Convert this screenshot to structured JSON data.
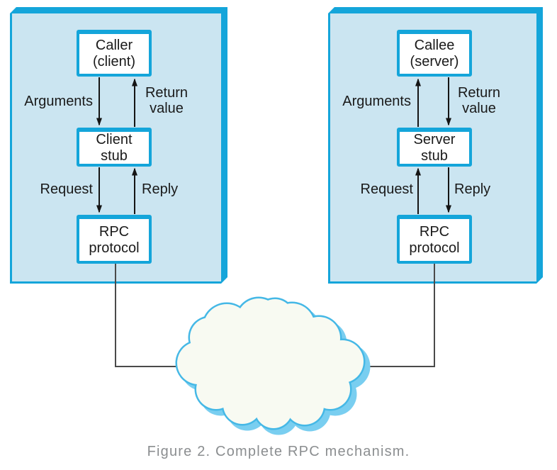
{
  "figure_caption": "Figure 2. Complete RPC mechanism.",
  "colors": {
    "accent_cyan": "#14a5da",
    "panel_fill": "#cbe5f1",
    "box_fill": "#ffffff",
    "cloud_fill": "#f8faf2",
    "cloud_outline": "#45b8e6",
    "cloud_shadow": "#79cef0",
    "connector_line": "#4a4a4a",
    "arrow_black": "#151515",
    "caption_gray": "#8b8e90",
    "text_black": "#1a1a1a"
  },
  "client_side": {
    "caller_box": {
      "line1": "Caller",
      "line2": "(client)"
    },
    "stub_box": {
      "line1": "Client",
      "line2": "stub"
    },
    "rpc_box": {
      "line1": "RPC",
      "line2": "protocol"
    },
    "arrows": {
      "arguments": {
        "label": "Arguments",
        "direction": "down"
      },
      "return_value": {
        "label_line1": "Return",
        "label_line2": "value",
        "direction": "up"
      },
      "request": {
        "label": "Request",
        "direction": "down"
      },
      "reply": {
        "label": "Reply",
        "direction": "up"
      }
    }
  },
  "server_side": {
    "callee_box": {
      "line1": "Callee",
      "line2": "(server)"
    },
    "stub_box": {
      "line1": "Server",
      "line2": "stub"
    },
    "rpc_box": {
      "line1": "RPC",
      "line2": "protocol"
    },
    "arrows": {
      "arguments": {
        "label": "Arguments",
        "direction": "up"
      },
      "return_value": {
        "label_line1": "Return",
        "label_line2": "value",
        "direction": "down"
      },
      "request": {
        "label": "Request",
        "direction": "up"
      },
      "reply": {
        "label": "Reply",
        "direction": "down"
      }
    }
  }
}
